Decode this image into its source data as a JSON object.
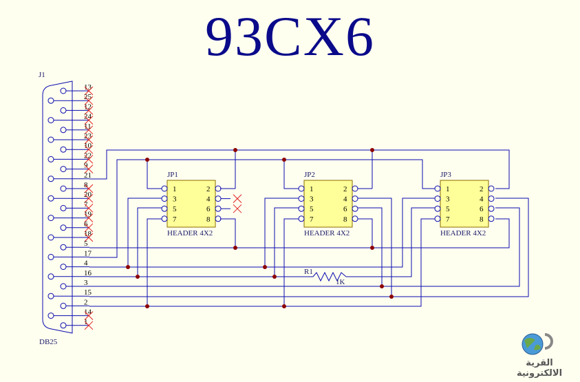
{
  "title": "93CX6",
  "connector": {
    "ref": "J1",
    "name": "DB25",
    "pins": [
      "13",
      "25",
      "12",
      "24",
      "11",
      "23",
      "10",
      "22",
      "9",
      "21",
      "8",
      "20",
      "7",
      "19",
      "6",
      "18",
      "5",
      "17",
      "4",
      "16",
      "3",
      "15",
      "2",
      "14",
      "1"
    ],
    "no_connect": [
      "13",
      "25",
      "12",
      "24",
      "11",
      "23",
      "10",
      "22",
      "9",
      "8",
      "20",
      "7",
      "19",
      "6",
      "18",
      "14",
      "1"
    ]
  },
  "headers": [
    {
      "ref": "JP1",
      "value": "HEADER 4X2",
      "pins_left": [
        "1",
        "3",
        "5",
        "7"
      ],
      "pins_right": [
        "2",
        "4",
        "6",
        "8"
      ],
      "no_connect_right": [
        "4",
        "6"
      ]
    },
    {
      "ref": "JP2",
      "value": "HEADER 4X2",
      "pins_left": [
        "1",
        "3",
        "5",
        "7"
      ],
      "pins_right": [
        "2",
        "4",
        "6",
        "8"
      ],
      "no_connect_right": []
    },
    {
      "ref": "JP3",
      "value": "HEADER 4X2",
      "pins_left": [
        "1",
        "3",
        "5",
        "7"
      ],
      "pins_right": [
        "2",
        "4",
        "6",
        "8"
      ],
      "no_connect_right": []
    }
  ],
  "resistor": {
    "ref": "R1",
    "value": "1K"
  },
  "logo": {
    "text": "القرية الالكترونية",
    "icon": "globe-icon"
  },
  "colors": {
    "title": "#0a0a8a",
    "wire": "#0a0ab0",
    "chip": "#ffff99",
    "junction": "#8b0000",
    "no_connect": "#e02020",
    "background": "#fffff0"
  }
}
